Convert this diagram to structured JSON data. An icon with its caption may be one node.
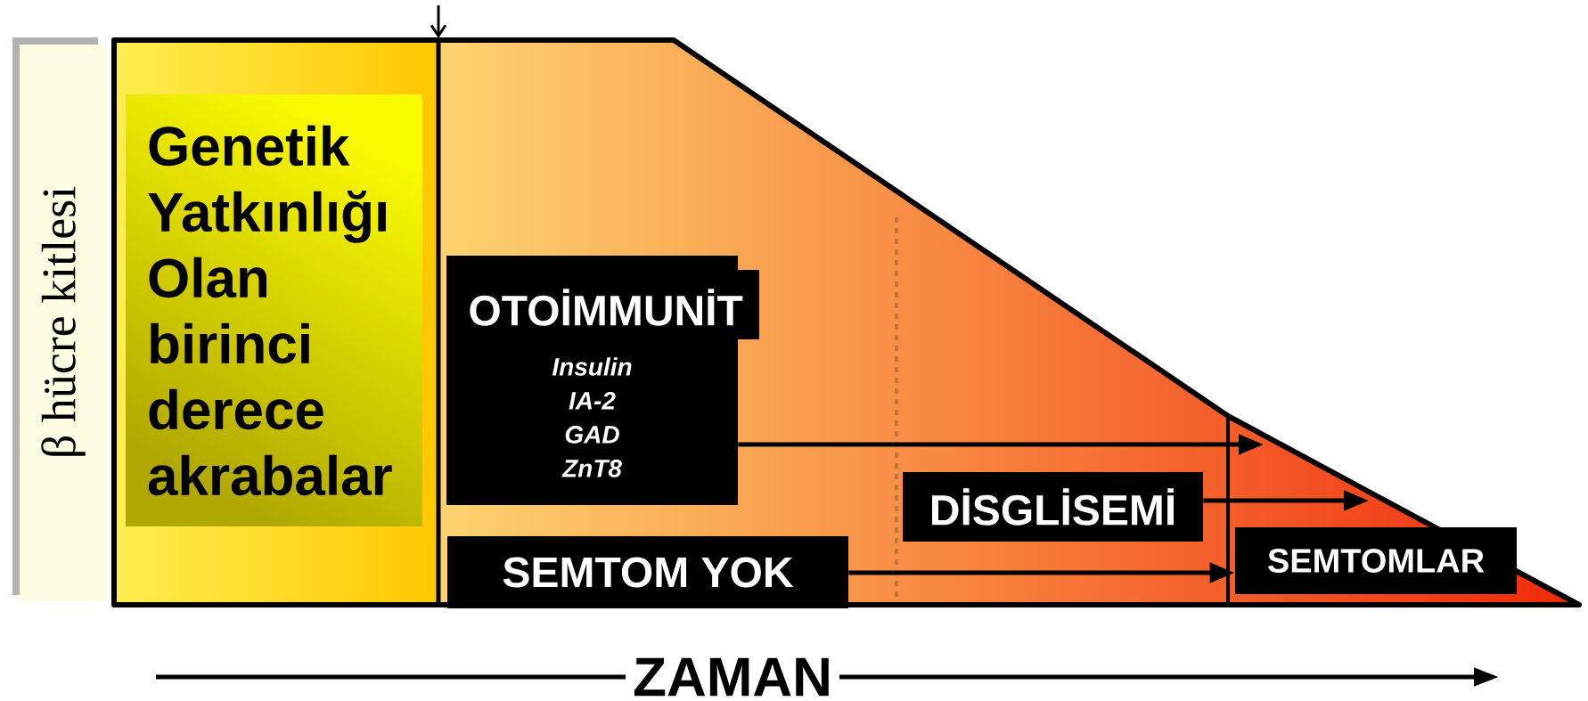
{
  "diagram": {
    "nodes": [
      {
        "text": [
          "Genetik Yatkınlığı Olan birinci derece akrabalar"
        ]
      },
      {
        "text": [
          "OTOİMMUNİT",
          "Insulin",
          "IA-2",
          "GAD",
          "ZnT8"
        ]
      },
      {
        "text": [
          "DİSGLİSEMİ"
        ]
      },
      {
        "text": [
          "SEMTOM YOK"
        ]
      },
      {
        "text": [
          "SEMTOMLAR"
        ]
      }
    ],
    "edges": [
      {
        "from": 1,
        "to": null,
        "arrow": "to"
      },
      {
        "from": 2,
        "to": null,
        "arrow": "to"
      },
      {
        "from": 3,
        "to": 4,
        "arrow": "to"
      }
    ],
    "labels": [
      "β hücre kitlesi",
      "ZAMAN"
    ]
  }
}
